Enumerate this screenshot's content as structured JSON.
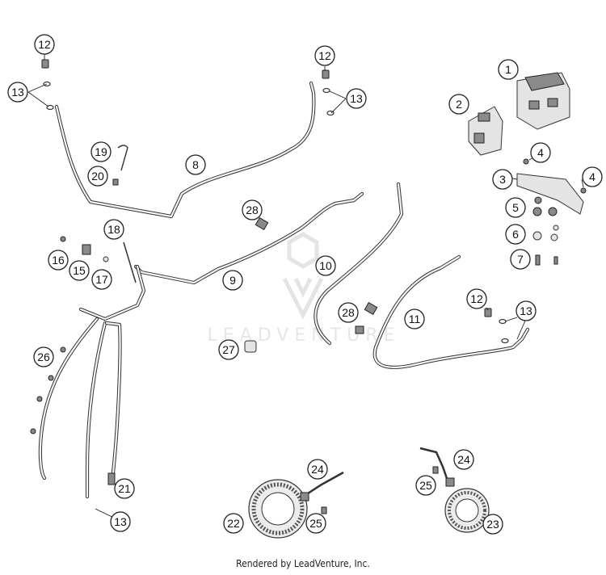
{
  "watermark": {
    "text": "LEADVENTURE"
  },
  "footer": {
    "text": "Rendered by LeadVenture, Inc."
  },
  "callouts": [
    {
      "label": "1"
    },
    {
      "label": "2"
    },
    {
      "label": "3"
    },
    {
      "label": "4"
    },
    {
      "label": "4"
    },
    {
      "label": "5"
    },
    {
      "label": "6"
    },
    {
      "label": "7"
    },
    {
      "label": "8"
    },
    {
      "label": "9"
    },
    {
      "label": "10"
    },
    {
      "label": "11"
    },
    {
      "label": "12"
    },
    {
      "label": "12"
    },
    {
      "label": "12"
    },
    {
      "label": "13"
    },
    {
      "label": "13"
    },
    {
      "label": "13"
    },
    {
      "label": "13"
    },
    {
      "label": "15"
    },
    {
      "label": "16"
    },
    {
      "label": "17"
    },
    {
      "label": "18"
    },
    {
      "label": "19"
    },
    {
      "label": "20"
    },
    {
      "label": "21"
    },
    {
      "label": "22"
    },
    {
      "label": "23"
    },
    {
      "label": "24"
    },
    {
      "label": "24"
    },
    {
      "label": "25"
    },
    {
      "label": "25"
    },
    {
      "label": "26"
    },
    {
      "label": "27"
    },
    {
      "label": "28"
    },
    {
      "label": "28"
    }
  ]
}
